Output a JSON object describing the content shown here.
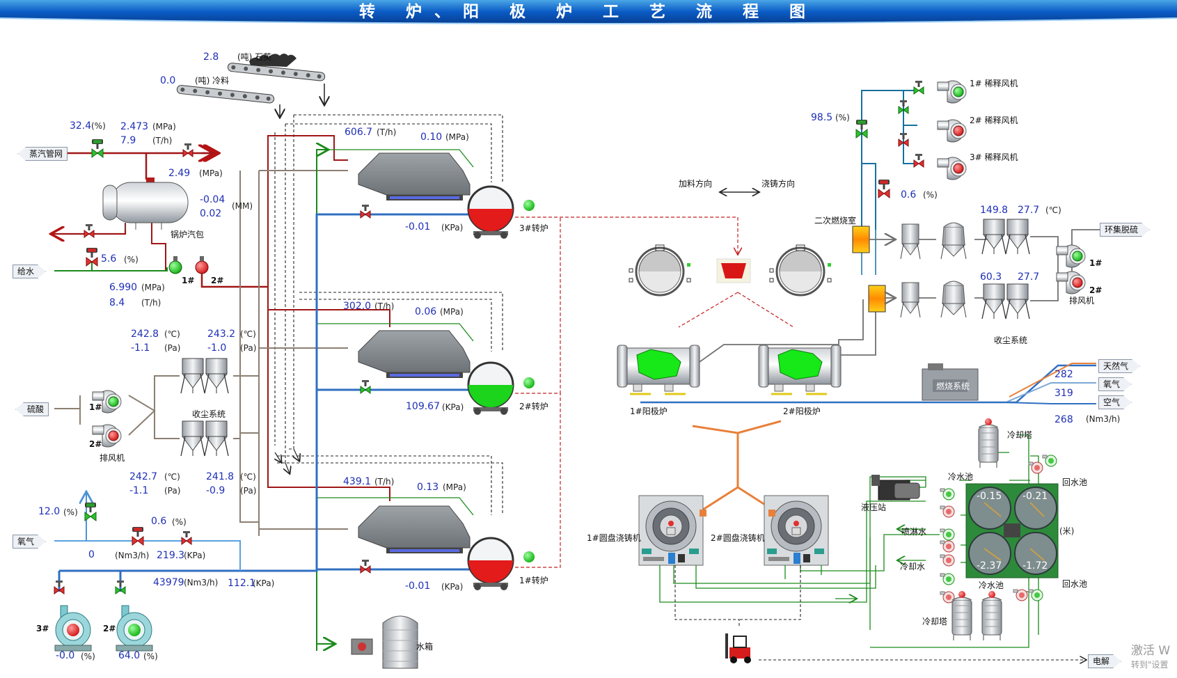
{
  "title": "转 炉、阳 极 炉 工 艺 流 程 图",
  "feed": {
    "quartz_value": "2.8",
    "quartz_label": "(吨) 石英",
    "cold_value": "0.0",
    "cold_label": "(吨) 冷料"
  },
  "steam": {
    "valve_pct": "32.4",
    "valve_unit": "(%)",
    "pressure": "2.473",
    "pressure_unit": "(MPa)",
    "flow": "7.9",
    "flow_unit": "(T/h)",
    "network_label": "蒸汽管网",
    "drum_pressure": "2.49",
    "drum_pressure_unit": "(MPa)",
    "level1": "-0.04",
    "level2": "0.02",
    "level_unit": "(MM)",
    "drum_label": "锅炉汽包"
  },
  "feedwater": {
    "label": "给水",
    "valve_pct": "5.6",
    "valve_unit": "(%)",
    "pump1": "1#",
    "pump2": "2#",
    "pressure": "6.990",
    "pressure_unit": "(MPa)",
    "flow": "8.4",
    "flow_unit": "(T/h)"
  },
  "converters": [
    {
      "name": "3#转炉",
      "flow": "606.7",
      "flow_unit": "(T/h)",
      "pressure": "0.10",
      "pressure_unit": "(MPa)",
      "draft": "-0.01",
      "draft_unit": "(KPa)"
    },
    {
      "name": "2#转炉",
      "flow": "302.0",
      "flow_unit": "(T/h)",
      "pressure": "0.06",
      "pressure_unit": "(MPa)",
      "draft": "109.67",
      "draft_unit": "(KPa)"
    },
    {
      "name": "1#转炉",
      "flow": "439.1",
      "flow_unit": "(T/h)",
      "pressure": "0.13",
      "pressure_unit": "(MPa)",
      "draft": "-0.01",
      "draft_unit": "(KPa)"
    }
  ],
  "dust_left": {
    "t1": "242.8",
    "t1_unit": "(℃)",
    "p1": "-1.1",
    "p1_unit": "(Pa)",
    "t2": "243.2",
    "t2_unit": "(℃)",
    "p2": "-1.0",
    "p2_unit": "(Pa)",
    "system_label": "收尘系统",
    "t3": "242.7",
    "t3_unit": "(℃)",
    "p3": "-1.1",
    "p3_unit": "(Pa)",
    "t4": "241.8",
    "t4_unit": "(℃)",
    "p4": "-0.9",
    "p4_unit": "(Pa)",
    "acid_label": "硫酸",
    "fan1": "1#",
    "fan2": "2#",
    "fan_label": "排风机"
  },
  "oxygen": {
    "vent_pct": "12.0",
    "vent_unit": "(%)",
    "valve_pct": "0.6",
    "valve_unit": "(%)",
    "label": "氧气",
    "flow": "0",
    "flow_unit": "(Nm3/h)",
    "pressure": "219.3",
    "pressure_unit": "(KPa)",
    "main_flow": "43979",
    "main_flow_unit": "(Nm3/h)",
    "main_pressure": "112.1",
    "main_pressure_unit": "(KPa)"
  },
  "blowers": [
    {
      "name": "3#",
      "value": "-0.0",
      "unit": "(%)"
    },
    {
      "name": "2#",
      "value": "64.0",
      "unit": "(%)"
    }
  ],
  "water_tank_label": "水箱",
  "direction": {
    "charge": "加料方向",
    "cast": "浇铸方向"
  },
  "anode": {
    "f1": "1#阳极炉",
    "f2": "2#阳极炉",
    "combustion_label": "燃烧系统",
    "ng_label": "天然气",
    "ng_value": "282",
    "o2_label": "氧气",
    "o2_value": "319",
    "air_label": "空气",
    "air_value": "268",
    "flow_unit": "(Nm3/h)"
  },
  "dilution": {
    "f1": "1#  稀释风机",
    "f2": "2#  稀释风机",
    "f3": "3#  稀释风机",
    "valve_pct": "98.5",
    "valve_unit": "(%)",
    "damper_pct": "0.6",
    "damper_unit": "(%)"
  },
  "secondary": {
    "chamber_label": "二次燃烧室",
    "t1": "149.8",
    "t2": "27.7",
    "t_unit": "(℃)",
    "t3": "60.3",
    "t4": "27.7",
    "dust_label": "收尘系统",
    "env_label": "环集脱硫",
    "fan1": "1#",
    "fan2": "2#",
    "fan_label": "排风机"
  },
  "casting": {
    "m1": "1#圆盘浇铸机",
    "m2": "2#圆盘浇铸机"
  },
  "cooling": {
    "tower1": "冷却塔",
    "cold_pool": "冷水池",
    "return_pool": "回水池",
    "hydraulic": "液压站",
    "spray": "喷淋水",
    "cool_water": "冷却水",
    "pool_values": [
      "-0.15",
      "-0.21",
      "-2.37",
      "-1.72"
    ],
    "pool_unit": "(米)",
    "cold_pool2": "冷水池",
    "return_pool2": "回水池",
    "tower2": "冷却塔",
    "electrolysis": "电解"
  },
  "watermark": {
    "line1": "激活 W",
    "line2": "转到\"设置"
  }
}
